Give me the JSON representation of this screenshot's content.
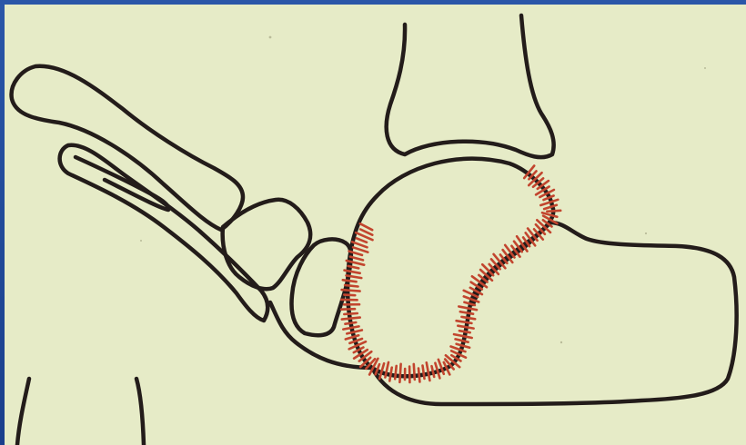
{
  "figure": {
    "title": "",
    "labels": [],
    "colors": {
      "slide_border": "#1c3f86",
      "paper": "#e6ebc7",
      "ink_outline": "#231c1a",
      "highlight": "#c2452e"
    },
    "structures": [
      "tibia",
      "talus",
      "calcaneus",
      "navicular",
      "cuneiform",
      "metatarsal-1",
      "metatarsal-2",
      "toe-bone-outline-left",
      "toe-bone-outline-right"
    ],
    "highlighted_structure": "talus"
  }
}
